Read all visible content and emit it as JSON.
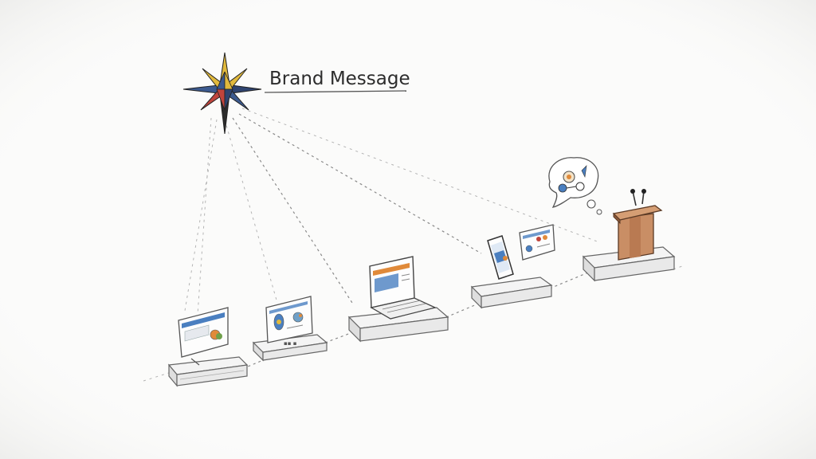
{
  "diagram": {
    "title": "Brand Message",
    "colors": {
      "background": "#fbfbfa",
      "line": "#6b6b6b",
      "star_blue": "#3c5a8f",
      "star_yellow": "#e1b93c",
      "star_red": "#c0443c",
      "screen_blue": "#4a7fc0",
      "screen_orange": "#e08a3a",
      "podium_wood": "#b97a52"
    },
    "nodes": [
      {
        "id": "star",
        "icon": "compass-star-icon"
      },
      {
        "id": "monitor",
        "icon": "monitor-icon"
      },
      {
        "id": "tablet",
        "icon": "tablet-icon"
      },
      {
        "id": "laptop",
        "icon": "laptop-icon"
      },
      {
        "id": "phone",
        "icon": "smartphone-icon"
      },
      {
        "id": "billboard",
        "icon": "billboard-icon"
      },
      {
        "id": "podium",
        "icon": "podium-icon"
      },
      {
        "id": "speech",
        "icon": "speech-bubble-icon"
      }
    ]
  }
}
